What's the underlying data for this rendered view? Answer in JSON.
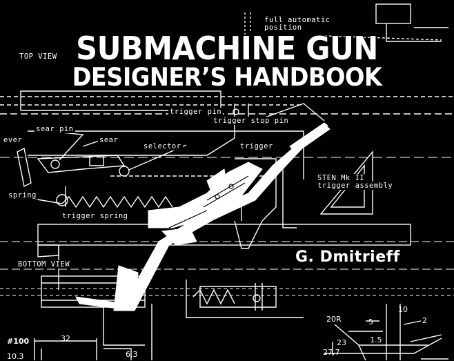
{
  "book": {
    "title_line1": "SUBMACHINE GUN",
    "title_line2": "DESIGNER’S HANDBOOK",
    "author": "G. Dmitrieff"
  },
  "labels": {
    "full_auto": "full automatic",
    "position": "position",
    "top_view": "TOP VIEW",
    "trigger_pin": "trigger pin",
    "trigger_stop_pin": "trigger stop pin",
    "sear_pin": "sear pin",
    "sear": "sear",
    "lever": "ever",
    "selector": "selector",
    "trigger": "trigger",
    "sten_line1": "STEN Mk II",
    "sten_line2": "trigger assembly",
    "spring": "spring",
    "trigger_spring": "trigger spring",
    "bottom_view": "BOTTOM VIEW"
  },
  "dimensions": {
    "d100": "#100",
    "d32": "32",
    "d10_3": "10.3",
    "d6_3": "6.3",
    "d20r": "20R",
    "d10": "10",
    "d5": "5",
    "d2": "2",
    "d23": "23",
    "d1_5": "1.5",
    "d27_7": "27.7"
  }
}
